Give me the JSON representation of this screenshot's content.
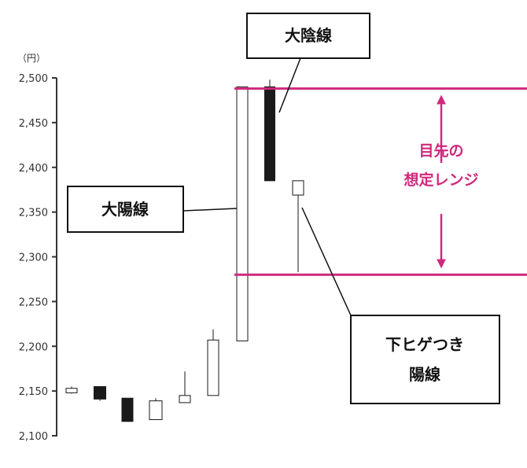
{
  "colors": {
    "bullish_fill": "#ffffff",
    "bearish_fill": "#1a1a1a",
    "candle_stroke": "#1a1a1a",
    "accent": "#d0287c",
    "axis": "#333333",
    "box_border": "#111111"
  },
  "chart_data": {
    "type": "candlestick",
    "unit_label": "（円）",
    "ylim": [
      2100,
      2500
    ],
    "yticks": [
      "2,500",
      "2,450",
      "2,400",
      "2,350",
      "2,300",
      "2,250",
      "2,200",
      "2,150",
      "2,100"
    ],
    "ytick_values": [
      2500,
      2450,
      2400,
      2350,
      2300,
      2250,
      2200,
      2150,
      2100
    ],
    "grid": false,
    "legend": "none",
    "candles": [
      {
        "open": 2148,
        "close": 2153,
        "high": 2155,
        "low": 2147,
        "direction": "up"
      },
      {
        "open": 2155,
        "close": 2141,
        "high": 2155,
        "low": 2139,
        "direction": "down"
      },
      {
        "open": 2142,
        "close": 2116,
        "high": 2142,
        "low": 2116,
        "direction": "down"
      },
      {
        "open": 2118,
        "close": 2139,
        "high": 2142,
        "low": 2118,
        "direction": "up"
      },
      {
        "open": 2137,
        "close": 2145,
        "high": 2172,
        "low": 2137,
        "direction": "up"
      },
      {
        "open": 2145,
        "close": 2207,
        "high": 2219,
        "low": 2145,
        "direction": "up"
      },
      {
        "open": 2206,
        "close": 2490,
        "high": 2490,
        "low": 2206,
        "direction": "up"
      },
      {
        "open": 2490,
        "close": 2385,
        "high": 2498,
        "low": 2385,
        "direction": "down"
      },
      {
        "open": 2369,
        "close": 2385,
        "high": 2385,
        "low": 2283,
        "direction": "up"
      }
    ],
    "range_lines": [
      2488,
      2280
    ],
    "range_label": [
      "目先の",
      "想定レンジ"
    ],
    "annotations": {
      "large_bearish": "大陰線",
      "large_bullish": "大陽線",
      "lower_shadow_bullish": [
        "下ヒゲつき",
        "陽線"
      ]
    }
  }
}
